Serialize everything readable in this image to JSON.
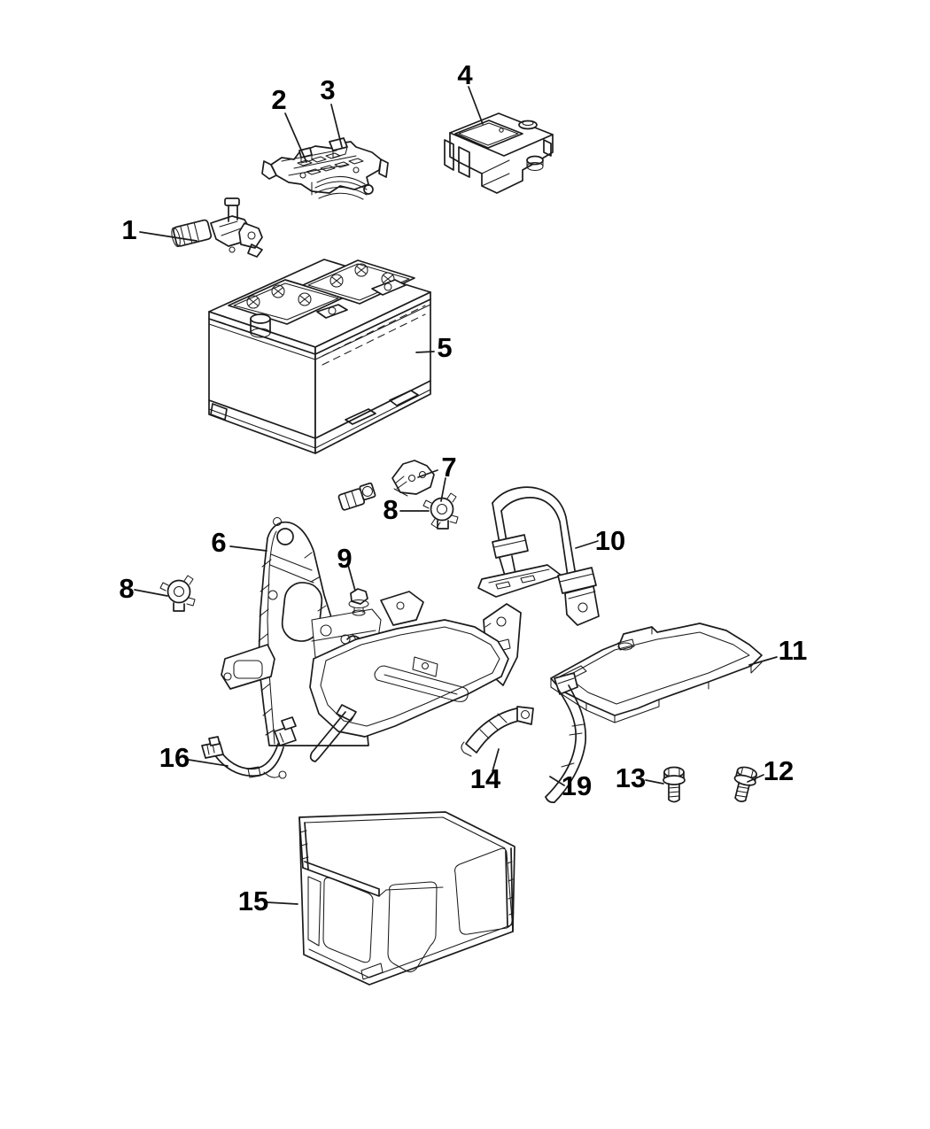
{
  "canvas": {
    "background": "#ffffff",
    "line_color": "#1b1b1b",
    "label_color": "#000000"
  },
  "diagram": {
    "type": "exploded-parts-line-diagram",
    "callouts": [
      {
        "label": "1"
      },
      {
        "label": "2"
      },
      {
        "label": "3"
      },
      {
        "label": "4"
      },
      {
        "label": "5"
      },
      {
        "label": "6"
      },
      {
        "label": "7"
      },
      {
        "label": "8"
      },
      {
        "label": "8"
      },
      {
        "label": "9"
      },
      {
        "label": "10"
      },
      {
        "label": "11"
      },
      {
        "label": "12"
      },
      {
        "label": "13"
      },
      {
        "label": "14"
      },
      {
        "label": "15"
      },
      {
        "label": "16"
      },
      {
        "label": "19"
      }
    ]
  }
}
